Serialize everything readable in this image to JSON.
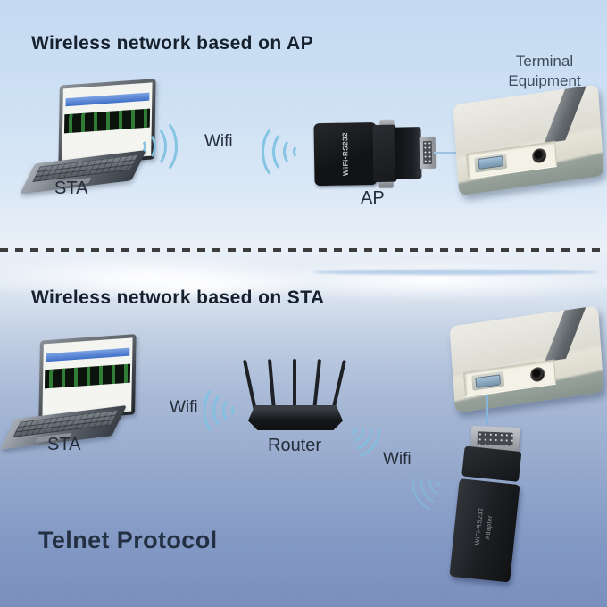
{
  "colors": {
    "wifi_arc": "#7fc2e2",
    "divider_dash": "#3d3d3d",
    "title_text": "#17212e",
    "background_top": "#c4d9f1",
    "background_bottom": "#7b8fbe"
  },
  "ap_section": {
    "title": "Wireless network based on AP",
    "sta_label": "STA",
    "wifi_label": "Wifi",
    "ap_label": "AP",
    "terminal_line1": "Terminal",
    "terminal_line2": "Equipment",
    "adapter_marking": "WiFi-RS232"
  },
  "sta_section": {
    "title": "Wireless network based on STA",
    "sta_label": "STA",
    "wifi_label_left": "Wifi",
    "router_label": "Router",
    "wifi_label_right": "Wifi",
    "adapter_marking_line1": "WiFi-RS232",
    "adapter_marking_line2": "Adapter",
    "protocol_label": "Telnet Protocol"
  }
}
